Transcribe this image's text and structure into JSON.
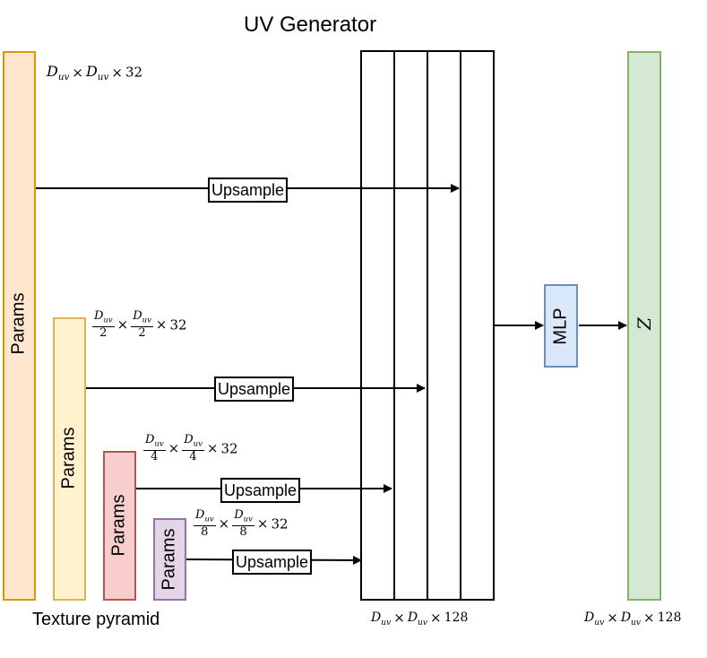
{
  "diagram": {
    "title": "UV Generator",
    "texture_caption": "Texture pyramid",
    "pyramid": [
      {
        "label": "Params",
        "dim_num": "Duv",
        "dim_den": "",
        "channels": "32",
        "fill": "#ffe6cc",
        "stroke": "#d79b00"
      },
      {
        "label": "Params",
        "dim_num": "Duv",
        "dim_den": "2",
        "channels": "32",
        "fill": "#fff2cc",
        "stroke": "#d6b656"
      },
      {
        "label": "Params",
        "dim_num": "Duv",
        "dim_den": "4",
        "channels": "32",
        "fill": "#f8cecc",
        "stroke": "#b85450"
      },
      {
        "label": "Params",
        "dim_num": "Duv",
        "dim_den": "8",
        "channels": "32",
        "fill": "#e1d5e7",
        "stroke": "#9673a6"
      }
    ],
    "upsample_label": "Upsample",
    "concat_dims": {
      "a": "Duv",
      "b": "Duv",
      "c": "128"
    },
    "mlp": {
      "label": "MLP",
      "fill": "#dae8fc",
      "stroke": "#6c8ebf"
    },
    "output": {
      "label": "Z",
      "fill": "#d5e8d4",
      "stroke": "#82b366",
      "a": "Duv",
      "b": "Duv",
      "c": "128"
    },
    "times": "×"
  }
}
